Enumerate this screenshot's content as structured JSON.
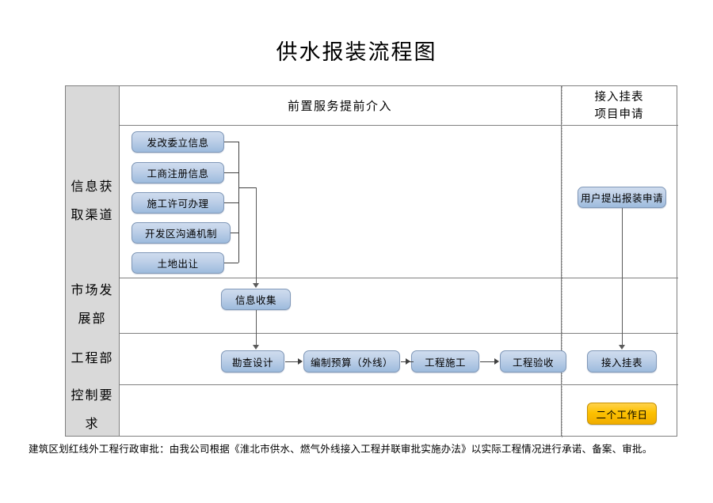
{
  "title": "供水报装流程图",
  "table": {
    "header": {
      "label_cell": "",
      "center": "前置服务提前介入",
      "right_line1": "接入挂表",
      "right_line2": "项目申请"
    },
    "rows": [
      {
        "label_line1": "信息获",
        "label_line2": "取渠道",
        "boxes": [
          {
            "text": "发改委立信息"
          },
          {
            "text": "工商注册信息"
          },
          {
            "text": "施工许可办理"
          },
          {
            "text": "开发区沟通机制"
          },
          {
            "text": "土地出让"
          }
        ],
        "right_box": "用户提出报装申请"
      },
      {
        "label_line1": "市场发",
        "label_line2": "展部",
        "boxes": [
          {
            "text": "信息收集"
          }
        ],
        "right_box": ""
      },
      {
        "label_line1": "工程部",
        "label_line2": "",
        "boxes": [
          {
            "text": "勘查设计"
          },
          {
            "text": "编制预算（外线）"
          },
          {
            "text": "工程施工"
          },
          {
            "text": "工程验收"
          }
        ],
        "right_box": "接入挂表"
      },
      {
        "label_line1": "控制要",
        "label_line2": "求",
        "boxes": [],
        "right_box": "二个工作日"
      }
    ]
  },
  "footnote": "建筑区划红线外工程行政审批：由我公司根据《淮北市供水、燃气外线接入工程并联审批实施办法》以实际工程情况进行承诺、备案、审批。",
  "colors": {
    "box_fill_top": "#cfdcee",
    "box_fill_bottom": "#9dbbdd",
    "box_border": "#8098b8",
    "orange_fill": "#fdc100",
    "orange_border": "#c79100",
    "label_cell_fill": "#d9d9d9",
    "table_border": "#7f7f7f",
    "connector": "#404040"
  }
}
